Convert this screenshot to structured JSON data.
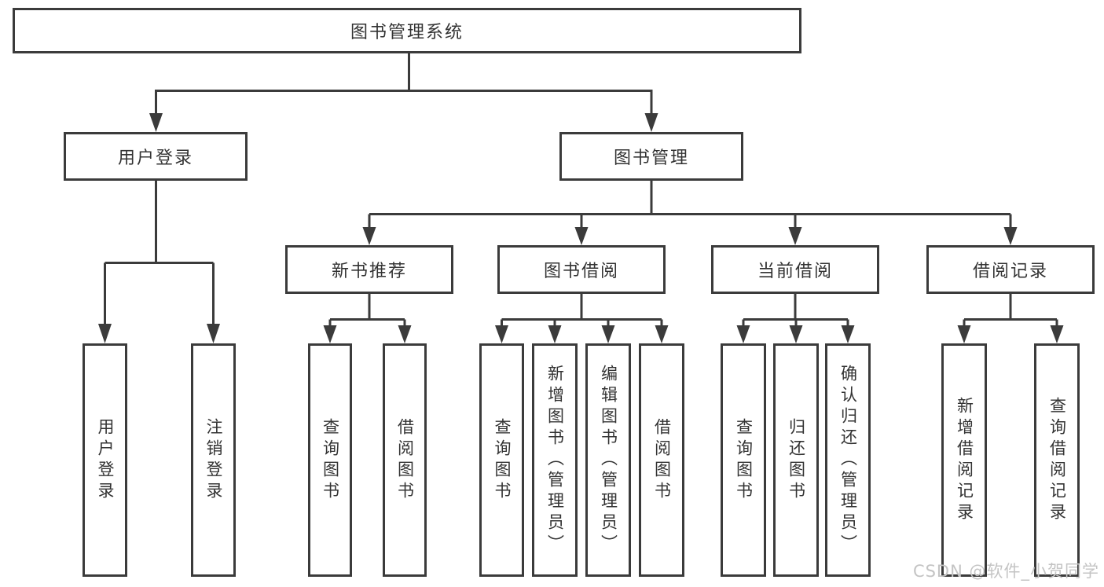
{
  "diagram": {
    "title_note": "library management system functional structure",
    "root": {
      "label": "图书管理系统"
    },
    "level2": [
      {
        "id": "user-login",
        "label": "用户登录"
      },
      {
        "id": "book-management",
        "label": "图书管理"
      }
    ],
    "level3": [
      {
        "id": "new-book-recommend",
        "label": "新书推荐"
      },
      {
        "id": "book-borrow",
        "label": "图书借阅"
      },
      {
        "id": "current-borrow",
        "label": "当前借阅"
      },
      {
        "id": "borrow-record",
        "label": "借阅记录"
      }
    ],
    "leaves": {
      "user_login": [
        "用户登录",
        "注销登录"
      ],
      "new_book": [
        "查询图书",
        "借阅图书"
      ],
      "book_borrow": [
        "查询图书",
        "新增图书（管理员）",
        "编辑图书（管理员）",
        "借阅图书"
      ],
      "current_borrow": [
        "查询图书",
        "归还图书",
        "确认归还（管理员）"
      ],
      "borrow_record": [
        "新增借阅记录",
        "查询借阅记录"
      ]
    },
    "line_color": "#3b3b3b",
    "box_background": "#ffffff",
    "text_color": "#333333"
  },
  "watermark": {
    "text": "CSDN @软件_小贺同学",
    "color": "#c4c4c4"
  }
}
